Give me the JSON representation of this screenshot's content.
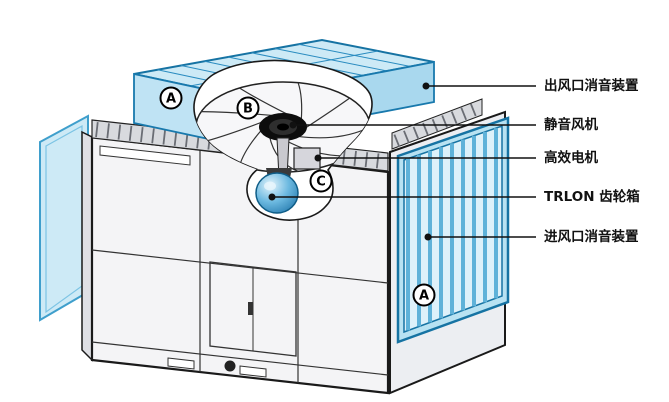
{
  "figure": {
    "background": "#ffffff",
    "colors": {
      "panel_blue": "#cdeaf6",
      "box_front_blue": "#bfe3f4",
      "box_side_blue": "#a9d8ee",
      "inlet_frame_blue": "#b8e2f2",
      "louver_fill": "#ddf1fa",
      "body_front": "#f4f4f6",
      "body_side": "#eceef2",
      "gearbox_blue": "#2d8fc2",
      "outline_black": "#1a1a1a",
      "outline_blue": "#1673a3"
    },
    "callouts": [
      {
        "id": "outlet-silencer",
        "label": "出风口消音装置"
      },
      {
        "id": "silent-fan",
        "label": "静音风机"
      },
      {
        "id": "high-efficiency-motor",
        "label": "高效电机"
      },
      {
        "id": "trlon-gearbox",
        "label": "TRLON 齿轮箱"
      },
      {
        "id": "inlet-silencer",
        "label": "进风口消音装置"
      }
    ],
    "markers": [
      {
        "id": "outlet-silencer-marker",
        "letter": "A"
      },
      {
        "id": "fan-marker",
        "letter": "B"
      },
      {
        "id": "drive-marker",
        "letter": "C"
      },
      {
        "id": "inlet-silencer-marker",
        "letter": "A"
      }
    ]
  }
}
